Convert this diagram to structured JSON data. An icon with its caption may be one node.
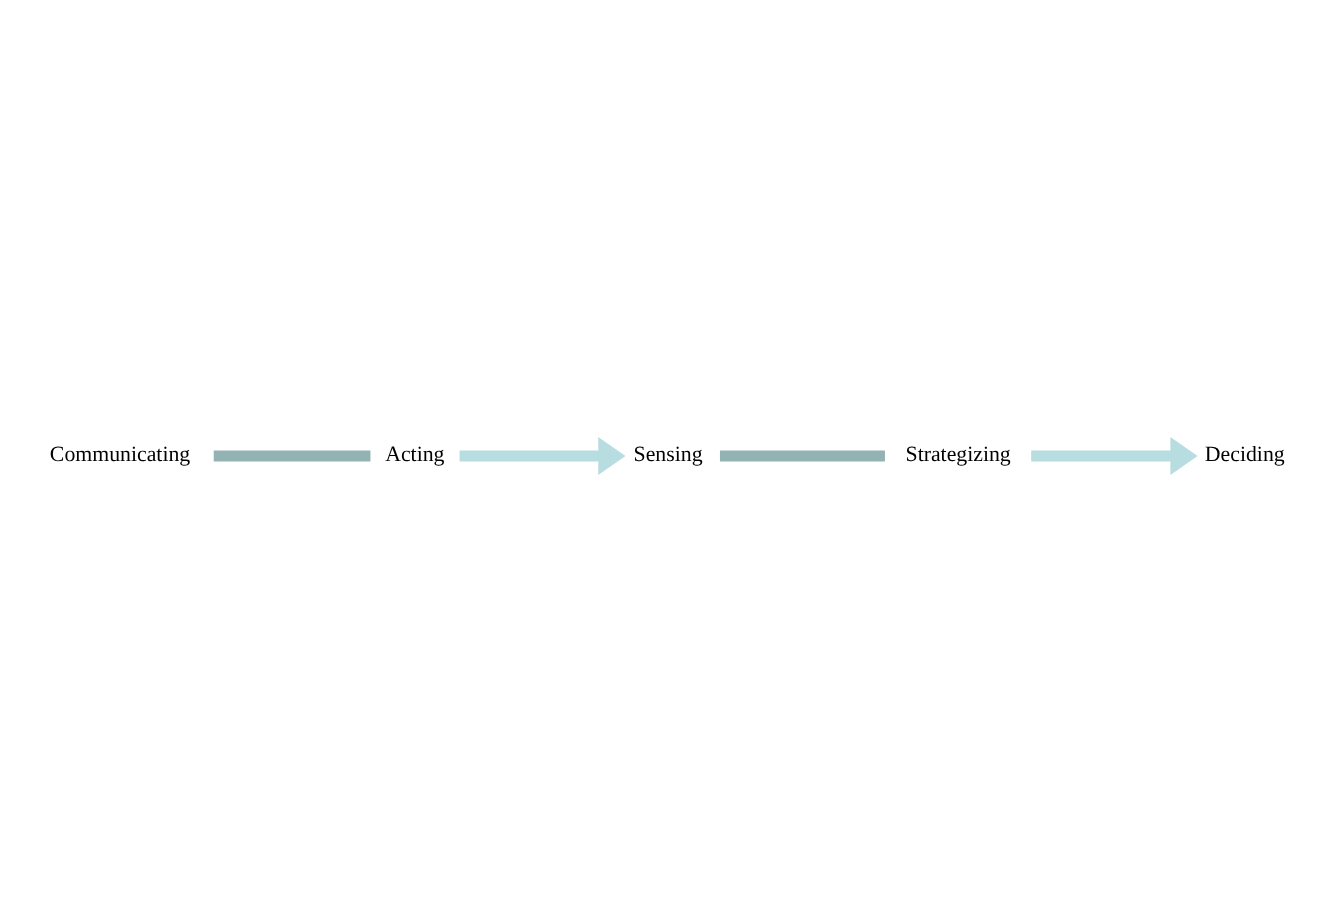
{
  "diagram": {
    "nodes": [
      {
        "text": [
          "Sensing"
        ]
      },
      {
        "text": [
          "Acting"
        ]
      },
      {
        "text": [
          "Strategizing"
        ]
      },
      {
        "text": [
          "Communicating"
        ]
      },
      {
        "text": [
          "Deciding"
        ]
      }
    ],
    "edges": [
      {
        "from": 0,
        "to": 2,
        "arrow": "none",
        "color": "#93b3b3"
      },
      {
        "from": 2,
        "to": 4,
        "arrow": "to",
        "color": "#b7dde0"
      },
      {
        "from": 3,
        "to": 1,
        "arrow": "none",
        "color": "#93b3b3"
      },
      {
        "from": 1,
        "to": 0,
        "arrow": "to",
        "color": "#b7dde0"
      }
    ]
  }
}
